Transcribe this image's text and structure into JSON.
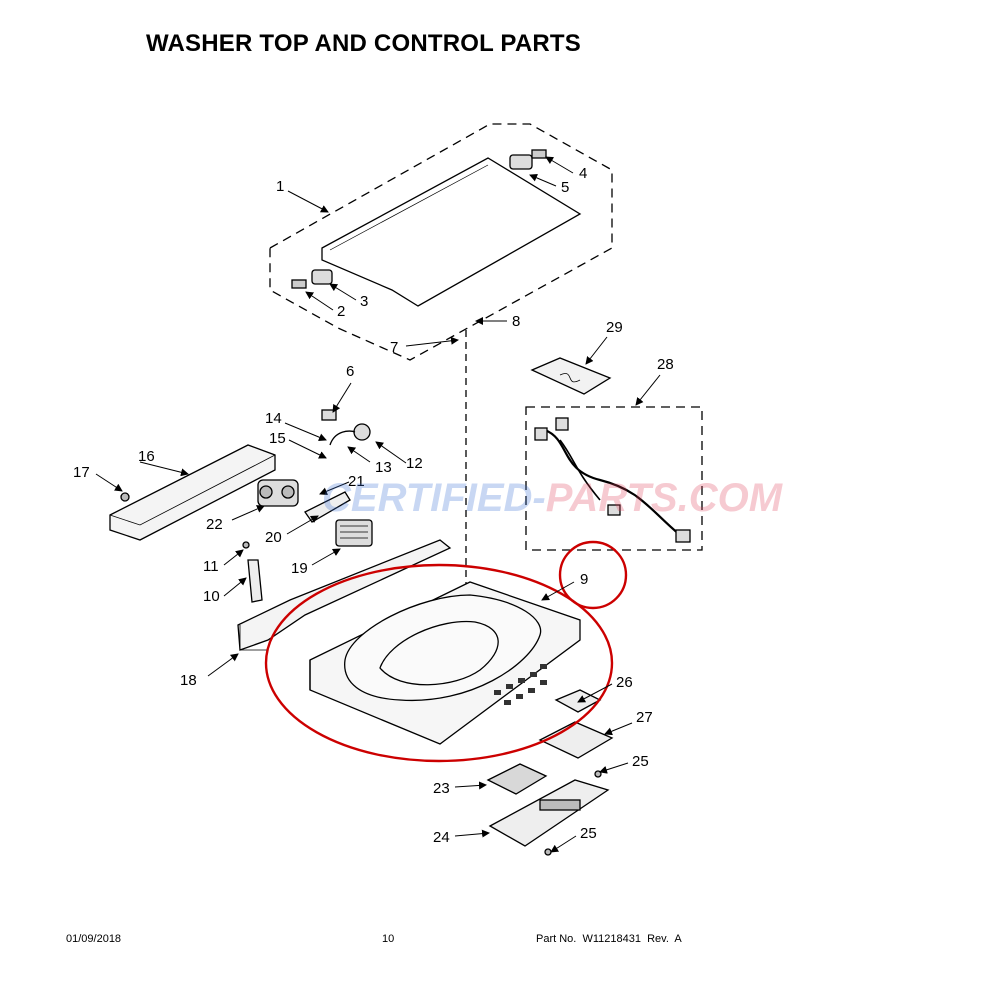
{
  "title": "WASHER TOP AND CONTROL PARTS",
  "footer": {
    "date": "01/09/2018",
    "page": "10",
    "part_no": "Part No.  W11218431  Rev.  A"
  },
  "watermark": {
    "left": "CERTIFIED-",
    "right": "PARTS.COM",
    "left_color": "#3b6fd4",
    "right_color": "#e0405a"
  },
  "highlight_color": "#cc0000",
  "callouts": {
    "c1": "1",
    "c2": "2",
    "c3": "3",
    "c4": "4",
    "c5": "5",
    "c6": "6",
    "c7": "7",
    "c8": "8",
    "c9": "9",
    "c10": "10",
    "c11": "11",
    "c12": "12",
    "c13": "13",
    "c14": "14",
    "c15": "15",
    "c16": "16",
    "c17": "17",
    "c18": "18",
    "c19": "19",
    "c20": "20",
    "c21": "21",
    "c22": "22",
    "c23": "23",
    "c24": "24",
    "c25a": "25",
    "c25b": "25",
    "c26": "26",
    "c27": "27",
    "c28": "28",
    "c29": "29"
  }
}
